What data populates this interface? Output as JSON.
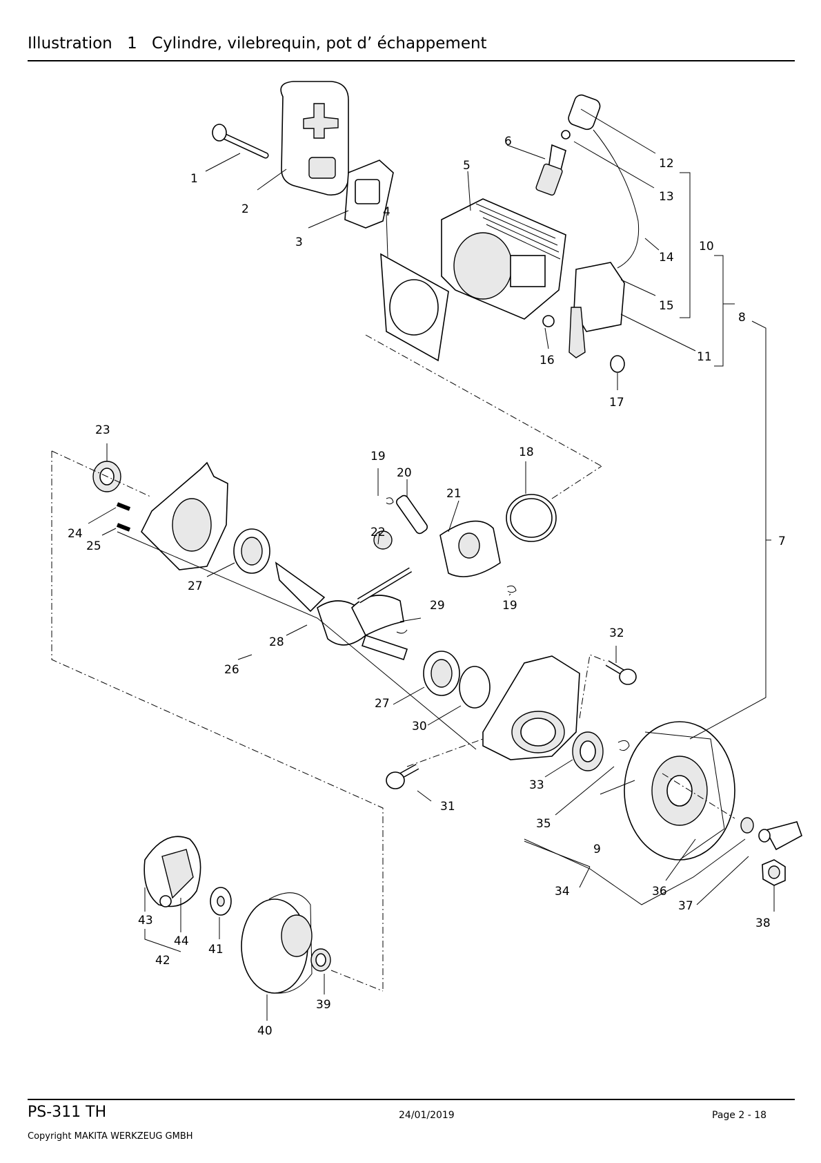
{
  "header": {
    "illustration_label": "Illustration",
    "illustration_number": "1",
    "title": "Cylindre, vilebrequin, pot d’ échappement"
  },
  "footer": {
    "model": "PS-311 TH",
    "date": "24/01/2019",
    "page": "Page 2 - 18",
    "copyright": "Copyright MAKITA WERKZEUG GMBH"
  },
  "callouts": [
    "1",
    "2",
    "3",
    "4",
    "5",
    "6",
    "12",
    "13",
    "10",
    "14",
    "15",
    "11",
    "16",
    "17",
    "8",
    "23",
    "19",
    "20",
    "18",
    "21",
    "24",
    "25",
    "22",
    "27",
    "19",
    "29",
    "28",
    "26",
    "32",
    "7",
    "27",
    "30",
    "31",
    "33",
    "35",
    "9",
    "36",
    "34",
    "37",
    "38",
    "43",
    "44",
    "41",
    "42",
    "39",
    "40"
  ]
}
